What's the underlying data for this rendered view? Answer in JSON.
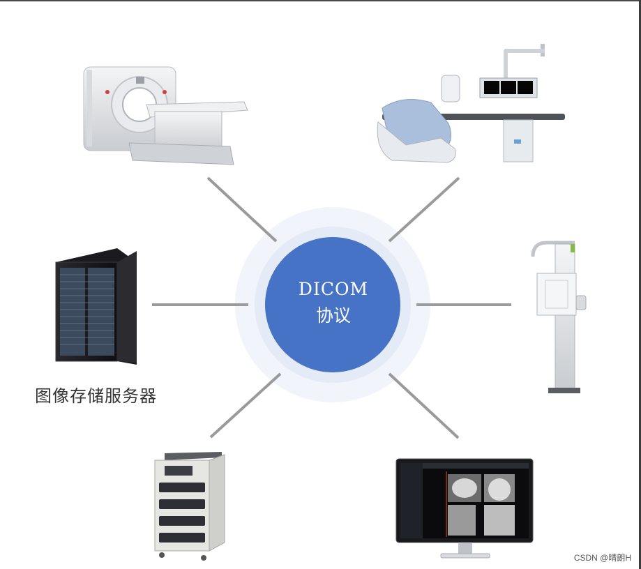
{
  "hub": {
    "line1": "DICOM",
    "line2": "协议",
    "color": "#4673c5",
    "halo_color": "#e9eef8"
  },
  "devices": [
    {
      "name": "ct-scanner",
      "label": ""
    },
    {
      "name": "angiography-system",
      "label": ""
    },
    {
      "name": "image-storage-server",
      "label": "图像存储服务器"
    },
    {
      "name": "dr-xray-system",
      "label": ""
    },
    {
      "name": "film-printer",
      "label": ""
    },
    {
      "name": "workstation-monitor",
      "label": ""
    }
  ],
  "watermark": "CSDN @晴朗H",
  "connector_color": "#9a9a9a"
}
